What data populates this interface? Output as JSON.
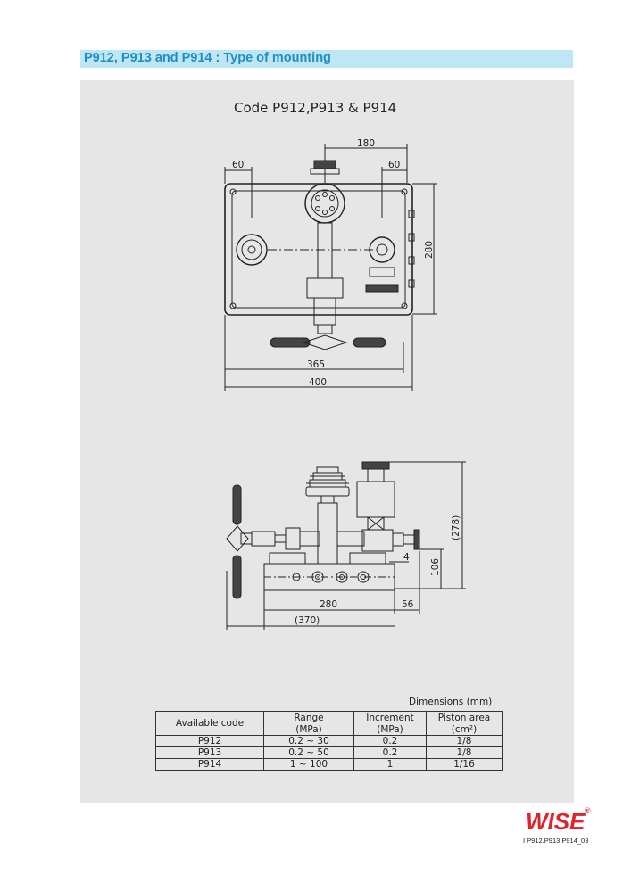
{
  "header": {
    "title": "P912, P913 and P914 : Type of mounting"
  },
  "drawing": {
    "code_title": "Code P912,P913 & P914",
    "top_view_dims": {
      "d180": "180",
      "d60_left": "60",
      "d60_right": "60",
      "d280": "280",
      "d365": "365",
      "d400": "400"
    },
    "side_view_dims": {
      "d278": "(278)",
      "d106": "106",
      "d4": "4",
      "d280": "280",
      "d56": "56",
      "d370": "(370)"
    }
  },
  "table": {
    "caption": "Dimensions (mm)",
    "headers": {
      "code": "Available code",
      "range": "Range",
      "range_unit": "(MPa)",
      "increment": "Increment",
      "increment_unit": "(MPa)",
      "piston": "Piston area",
      "piston_unit": "(cm²)"
    },
    "rows": [
      {
        "code": "P912",
        "range": "0.2 ~ 30",
        "increment": "0.2",
        "piston": "1/8"
      },
      {
        "code": "P913",
        "range": "0.2 ~ 50",
        "increment": "0.2",
        "piston": "1/8"
      },
      {
        "code": "P914",
        "range": "1 ~ 100",
        "increment": "1",
        "piston": "1/16"
      }
    ]
  },
  "footer": {
    "logo": "WISE",
    "registered": "®",
    "doc_code": "I P912.P913.P914_03"
  }
}
